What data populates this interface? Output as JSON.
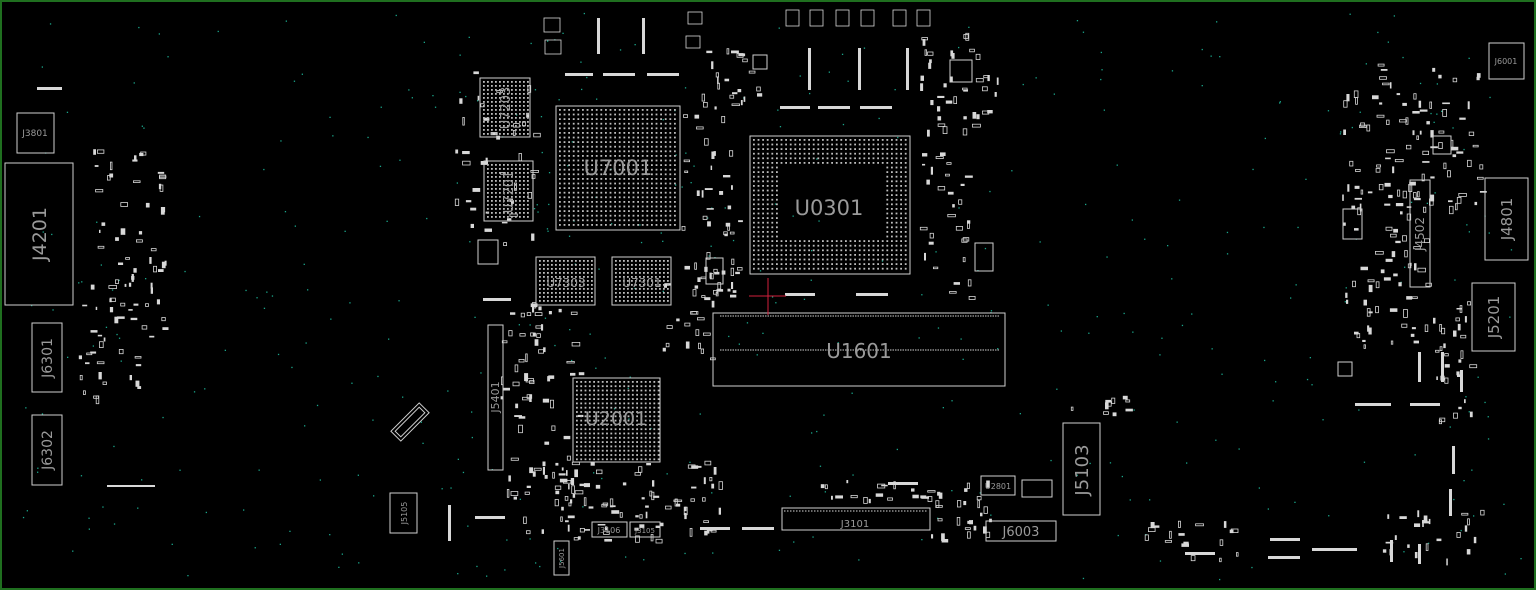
{
  "board": {
    "background": "#000000",
    "outline_color": "#1f6f1f",
    "silk_color": "#d8d8d8",
    "label_color": "#9a9a9a",
    "via_color": "#1aa58a",
    "cursor_color": "#d21f3c"
  },
  "components": {
    "u7001": "U7001",
    "u0301": "U0301",
    "u1601": "U1601",
    "u2001": "U2001",
    "u7203": "U7203",
    "u7201": "U7201",
    "u7303": "U7303",
    "u7301": "U7301",
    "j4201": "J4201",
    "j3801": "J3801",
    "j6301": "J6301",
    "j6302": "J6302",
    "j5401": "J5401",
    "j5103": "J5103",
    "j6003": "J6003",
    "j3101": "J3101",
    "j4502": "J4502",
    "j4801": "J4801",
    "j5201": "J5201",
    "j6001": "J6001",
    "j5105": "J5105",
    "j3106": "J3106",
    "j3105": "J3105",
    "j5601": "J5601",
    "u2801": "U2801"
  }
}
